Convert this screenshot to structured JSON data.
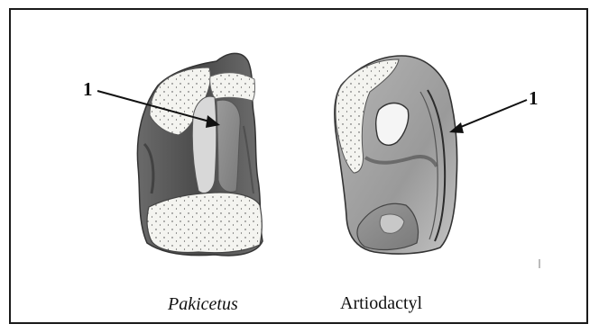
{
  "callouts": {
    "left": "1",
    "right": "1"
  },
  "captions": {
    "pakicetus": "Pakicetus",
    "artiodactyl": "Artiodactyl"
  },
  "colors": {
    "frame": "#1a1a1a",
    "dark_bone": "#555555",
    "mid_bone": "#8c8c8c",
    "light_bone": "#c9c9c9",
    "stipple_bg": "#f4f4f0",
    "ink": "#111111"
  },
  "icons": [
    "pakicetus-astragalus-drawing",
    "artiodactyl-astragalus-drawing",
    "arrow-left-callout",
    "arrow-right-callout"
  ]
}
